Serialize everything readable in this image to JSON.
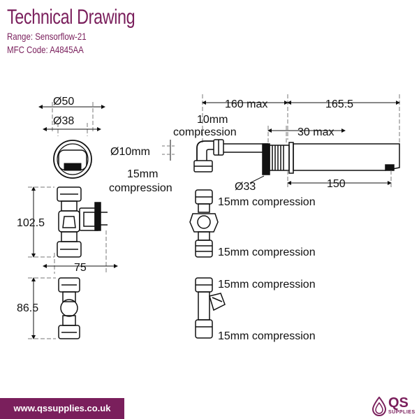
{
  "header": {
    "title": "Technical Drawing",
    "range_label": "Range:",
    "range_value": "Sensorflow-21",
    "mfc_label": "MFC Code:",
    "mfc_value": "A4845AA"
  },
  "dimensions": {
    "outer_diameter": "Ø50",
    "inner_diameter": "Ø38",
    "valve_height": "102.5",
    "valve_width": "75",
    "strainer_height": "86.5",
    "spout_reach_max": "160 max",
    "spout_length": "165.5",
    "thread_max": "30 max",
    "spout_outlet": "150",
    "pipe_diameter": "Ø10mm",
    "body_diameter": "Ø33"
  },
  "labels": {
    "comp_10mm": [
      "10mm",
      "compression"
    ],
    "comp_15mm_left": [
      "15mm",
      "compression"
    ],
    "valve_top": "15mm compression",
    "valve_bottom": "15mm compression",
    "strainer_top": "15mm compression",
    "strainer_bottom": "15mm compression"
  },
  "footer": {
    "url": "www.qssupplies.co.uk",
    "logo_text": "QS",
    "logo_sub": "SUPPLIES"
  },
  "colors": {
    "brand": "#7a1f5c",
    "line": "#111111",
    "dim_line": "#555555"
  }
}
